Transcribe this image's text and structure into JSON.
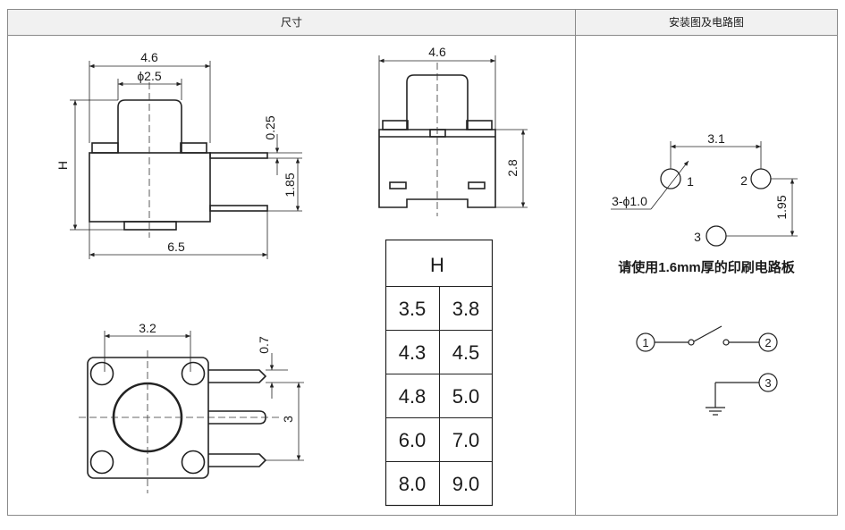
{
  "header": {
    "left_title": "尺寸",
    "right_title": "安装图及电路图"
  },
  "side_view": {
    "top_width": "4.6",
    "plunger_dia": "ϕ2.5",
    "height_label": "H",
    "lead_thickness": "0.25",
    "lead_spacing": "1.85",
    "body_width": "6.5"
  },
  "front_view": {
    "top_width": "4.6",
    "body_height": "2.8"
  },
  "bottom_view": {
    "pin_pitch_x": "3.2",
    "lead_width": "0.7",
    "lead_pitch": "3"
  },
  "height_table": {
    "header": "H",
    "rows": [
      [
        "3.5",
        "3.8"
      ],
      [
        "4.3",
        "4.5"
      ],
      [
        "4.8",
        "5.0"
      ],
      [
        "6.0",
        "7.0"
      ],
      [
        "8.0",
        "9.0"
      ]
    ]
  },
  "mounting": {
    "hole_pitch": "3.1",
    "hole_dia": "3-ϕ1.0",
    "vertical_pitch": "1.95",
    "pin1": "1",
    "pin2": "2",
    "pin3": "3",
    "pcb_note": "请使用1.6mm厚的印刷电路板"
  },
  "circuit": {
    "node1": "1",
    "node2": "2",
    "node3": "3"
  }
}
